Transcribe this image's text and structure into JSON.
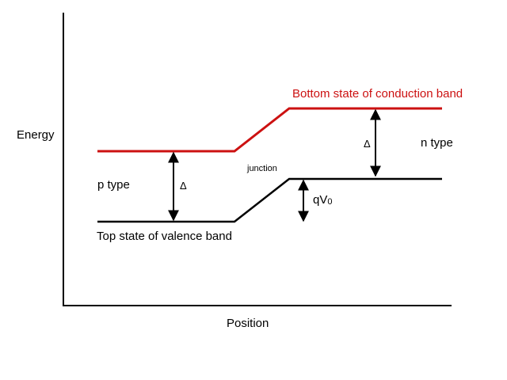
{
  "labels": {
    "ylabel": "Energy",
    "xlabel": "Position",
    "conduction": "Bottom state of conduction band",
    "valence": "Top state of valence band",
    "p_type": "p type",
    "n_type": "n type",
    "junction": "junction",
    "delta_left": "Δ",
    "delta_right": "Δ",
    "qv0": "qV",
    "qv0_sub": "0"
  },
  "colors": {
    "conduction": "#cc1111",
    "valence": "#000000",
    "axis": "#000000",
    "text": "#000000",
    "conduction_text": "#cc1111"
  }
}
